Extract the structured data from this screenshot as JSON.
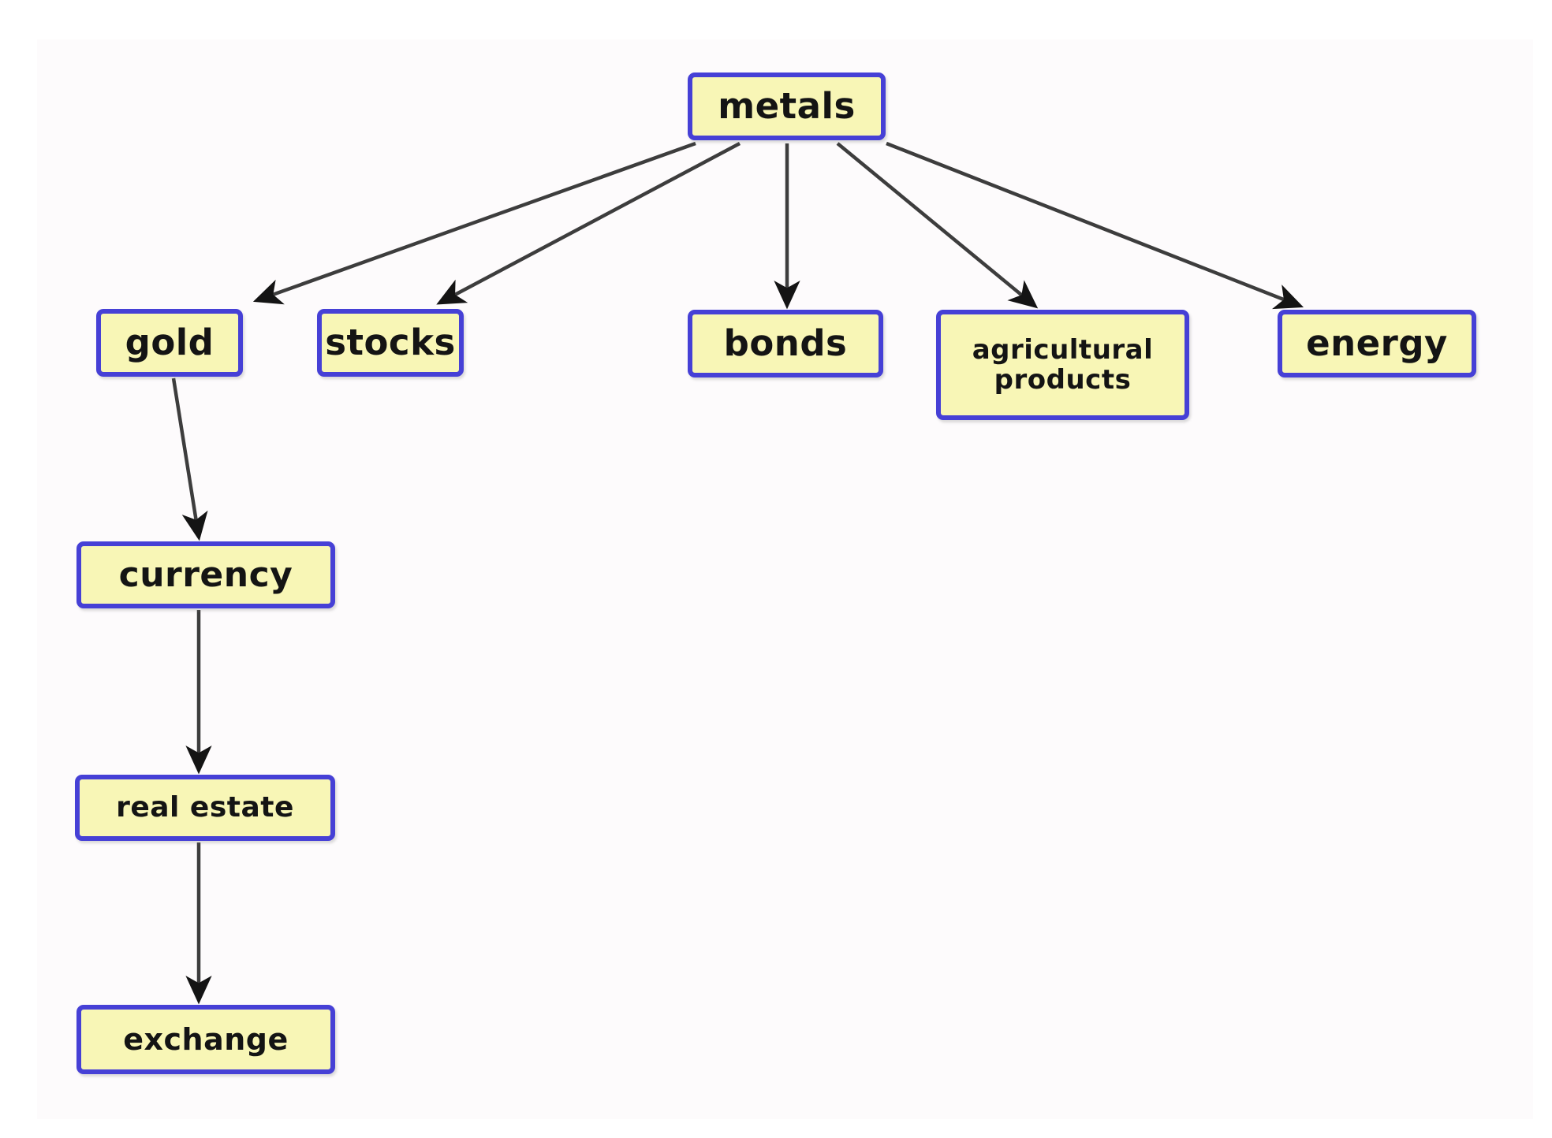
{
  "diagram": {
    "type": "concept-map-tree",
    "background_color": "#ffffff",
    "colors": {
      "node_fill": "#f8f6b6",
      "node_border": "#4640d6",
      "node_text": "#141414",
      "arrow_line": "#3d3d3d",
      "arrow_head": "#141414"
    },
    "nodes": [
      {
        "id": "metals",
        "label": "metals"
      },
      {
        "id": "gold",
        "label": "gold"
      },
      {
        "id": "stocks",
        "label": "stocks"
      },
      {
        "id": "bonds",
        "label": "bonds"
      },
      {
        "id": "agricultural-products",
        "label": "agricultural products"
      },
      {
        "id": "energy",
        "label": "energy"
      },
      {
        "id": "currency",
        "label": "currency"
      },
      {
        "id": "real-estate",
        "label": "real estate"
      },
      {
        "id": "exchange",
        "label": "exchange"
      }
    ],
    "edges": [
      {
        "from": "metals",
        "to": "gold"
      },
      {
        "from": "metals",
        "to": "stocks"
      },
      {
        "from": "metals",
        "to": "bonds"
      },
      {
        "from": "metals",
        "to": "agricultural products"
      },
      {
        "from": "metals",
        "to": "energy"
      },
      {
        "from": "gold",
        "to": "currency"
      },
      {
        "from": "currency",
        "to": "real estate"
      },
      {
        "from": "real estate",
        "to": "exchange"
      }
    ]
  }
}
